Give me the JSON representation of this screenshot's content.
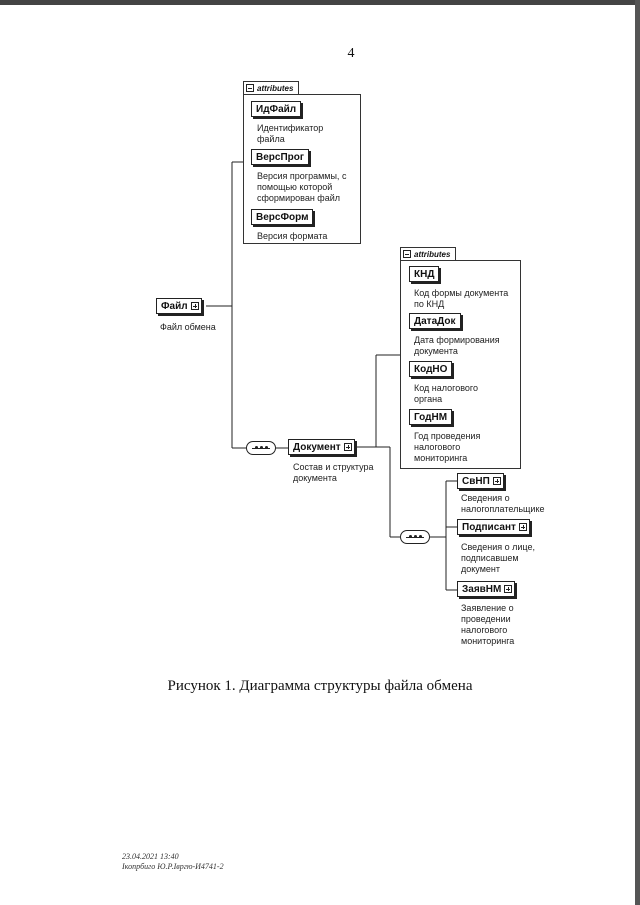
{
  "page_number": "4",
  "caption": "Рисунок 1. Диаграмма структуры файла обмена",
  "footer": {
    "date": "23.04.2021 13:40",
    "author": "Ікопрбиго Ю.Р.Івргю-И4741-2"
  },
  "diagram": {
    "root": {
      "label": "Файл",
      "description": "Файл обмена"
    },
    "root_attributes": {
      "header": "attributes",
      "items": [
        {
          "label": "ИдФайл",
          "description": "Идентификатор файла"
        },
        {
          "label": "ВерсПрог",
          "description": "Версия программы, с помощью которой сформирован файл"
        },
        {
          "label": "ВерсФорм",
          "description": "Версия формата"
        }
      ]
    },
    "document": {
      "label": "Документ",
      "description": "Состав и структура документа"
    },
    "document_attributes": {
      "header": "attributes",
      "items": [
        {
          "label": "КНД",
          "description": "Код формы документа по КНД"
        },
        {
          "label": "ДатаДок",
          "description": "Дата формирования документа"
        },
        {
          "label": "КодНО",
          "description": "Код налогового органа"
        },
        {
          "label": "ГодНМ",
          "description": "Год проведения налогового мониторинга"
        }
      ]
    },
    "document_children": [
      {
        "label": "СвНП",
        "description": "Сведения о налогоплательщике"
      },
      {
        "label": "Подписант",
        "description": "Сведения о лице, подписавшем документ"
      },
      {
        "label": "ЗаявНМ",
        "description": "Заявление о проведении налогового мониторинга"
      }
    ]
  }
}
